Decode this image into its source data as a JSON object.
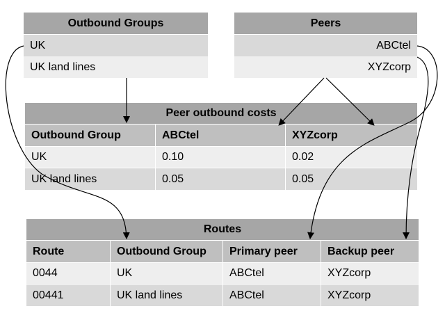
{
  "outbound_groups": {
    "title": "Outbound Groups",
    "rows": [
      "UK",
      "UK land lines"
    ]
  },
  "peers": {
    "title": "Peers",
    "rows": [
      "ABCtel",
      "XYZcorp"
    ]
  },
  "peer_outbound_costs": {
    "title": "Peer outbound costs",
    "columns": [
      "Outbound Group",
      "ABCtel",
      "XYZcorp"
    ],
    "rows": [
      [
        "UK",
        "0.10",
        "0.02"
      ],
      [
        "UK land lines",
        "0.05",
        "0.05"
      ]
    ]
  },
  "routes": {
    "title": "Routes",
    "columns": [
      "Route",
      "Outbound Group",
      "Primary peer",
      "Backup peer"
    ],
    "rows": [
      [
        "0044",
        "UK",
        "ABCtel",
        "XYZcorp"
      ],
      [
        "00441",
        "UK land lines",
        "ABCtel",
        "XYZcorp"
      ]
    ]
  },
  "colors": {
    "title_bar": "#a6a6a6",
    "column_header": "#bfbfbf",
    "row_dark": "#d9d9d9",
    "row_light": "#eeeeee"
  }
}
